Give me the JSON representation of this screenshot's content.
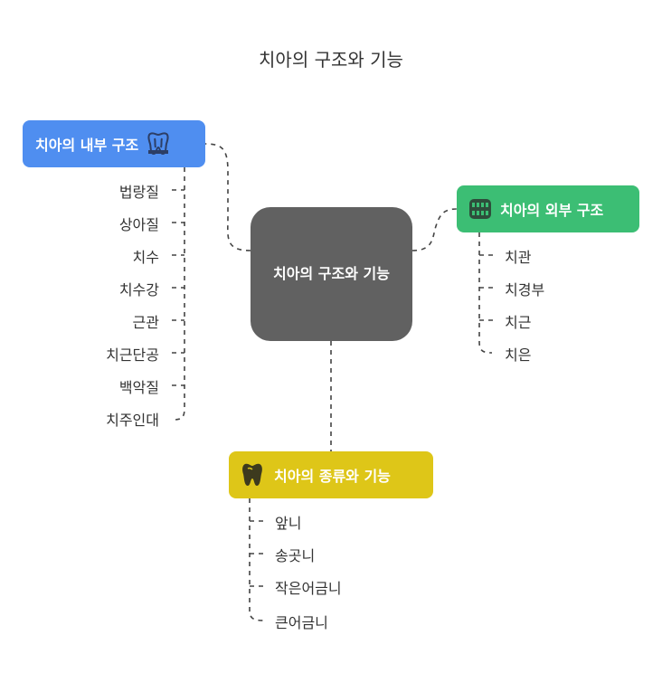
{
  "title": "치아의 구조와 기능",
  "center": {
    "label": "치아의 구조와 기능"
  },
  "internal": {
    "label": "치아의 내부 구조",
    "icon": "tooth-structure-icon",
    "color": "#4f8ef0",
    "items": [
      "법랑질",
      "상아질",
      "치수",
      "치수강",
      "근관",
      "치근단공",
      "백악질",
      "치주인대"
    ]
  },
  "external": {
    "label": "치아의 외부 구조",
    "icon": "teeth-row-icon",
    "color": "#3cbe74",
    "items": [
      "치관",
      "치경부",
      "치근",
      "치은"
    ]
  },
  "types": {
    "label": "치아의 종류와 기능",
    "icon": "molar-tooth-icon",
    "color": "#dec618",
    "items": [
      "앞니",
      "송곳니",
      "작은어금니",
      "큰어금니"
    ]
  }
}
